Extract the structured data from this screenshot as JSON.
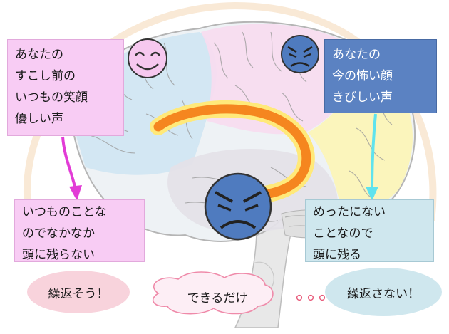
{
  "boxes": {
    "past": {
      "lines": [
        "あなたの",
        "すこし前の",
        "いつもの笑顔",
        "優しい声"
      ],
      "color": "#f8ccf4"
    },
    "now": {
      "lines": [
        "あなたの",
        "今の怖い顔",
        "きびしい声"
      ],
      "color": "#5b82c2"
    },
    "result_left": {
      "lines": [
        "いつものことな",
        "のでなかなか",
        "頭に残らない"
      ],
      "color": "#f8ccf4"
    },
    "result_right": {
      "lines": [
        "めったにない",
        "ことなので",
        "頭に残る"
      ],
      "color": "#cfe7ee"
    }
  },
  "ovals": {
    "left": {
      "text": "繰返そう！",
      "color": "#f8d3dc"
    },
    "middle": {
      "text": "できるだけ",
      "color": "#fdeef5"
    },
    "right": {
      "text": "繰返さない！",
      "color": "#cfe7ee"
    },
    "dots": "・・・"
  },
  "faces": {
    "smile": {
      "icon": "smiling-face-icon",
      "color": "#f6c8ef"
    },
    "angry_small": {
      "icon": "angry-face-icon",
      "color": "#4f7bbf"
    },
    "angry_large": {
      "icon": "angry-face-icon",
      "color": "#4f7bbf"
    }
  },
  "arrows": {
    "left": {
      "color": "#e23bd6"
    },
    "right": {
      "color": "#5fe3ee"
    }
  },
  "pathway": {
    "color": "#f5861f",
    "glow": "#ffe97a"
  }
}
